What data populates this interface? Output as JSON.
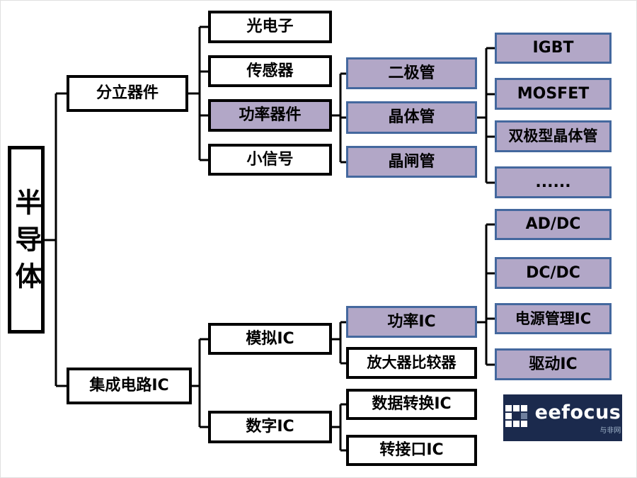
{
  "root": {
    "label": "半导体"
  },
  "l1": {
    "discrete": "分立器件",
    "ic": "集成电路IC"
  },
  "discrete_children": [
    "光电子",
    "传感器",
    "功率器件",
    "小信号"
  ],
  "power_devices": [
    "二极管",
    "晶体管",
    "晶闸管"
  ],
  "transistor_types": [
    "IGBT",
    "MOSFET",
    "双极型晶体管",
    "......"
  ],
  "ic_children": [
    "模拟IC",
    "数字IC"
  ],
  "analog_children": [
    "功率IC",
    "放大器比较器"
  ],
  "power_ic_types": [
    "AD/DC",
    "DC/DC",
    "电源管理IC",
    "驱动IC"
  ],
  "digital_children": [
    "数据转换IC",
    "转接口IC"
  ],
  "watermark": {
    "brand": "eefocus",
    "site": "与非网"
  },
  "colors": {
    "purple_fill": "#b2a7c7",
    "blue_border": "#44689e",
    "line_black": "#000000",
    "watermark_navy": "#1b2a4d"
  }
}
